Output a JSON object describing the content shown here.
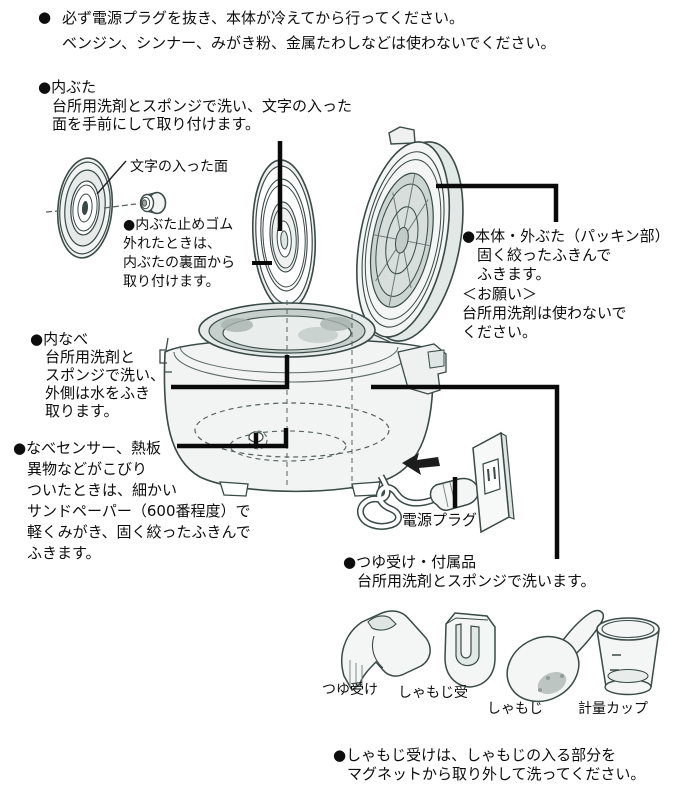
{
  "colors": {
    "ink": "#0d0d0d",
    "line": "#394a47",
    "shade_light": "#eef1f0",
    "shade_mid": "#ccd5d2",
    "callout": "#0a0a0a",
    "background": "#ffffff"
  },
  "icons": {
    "bullet": "●"
  },
  "top_notes": {
    "line1": "必ず電源プラグを抜き、本体が冷えてから行ってください。",
    "line2": "ベンジン、シンナー、みがき粉、金属たわしなどは使わないでください。"
  },
  "sections": {
    "inner_lid": {
      "title": "●内ぶた",
      "lines": [
        "台所用洗剤とスポンジで洗い、文字の入った",
        "面を手前にして取り付けます。"
      ]
    },
    "lettered_side_label": "文字の入った面",
    "inner_lid_rubber": {
      "lines": [
        "●内ぶた止めゴム",
        "外れたときは、",
        "内ぶたの裏面から",
        "取り付けます。"
      ]
    },
    "body_outer_lid": {
      "lines": [
        "●本体・外ぶた（パッキン部）",
        "固く絞ったふきんで",
        "ふきます。",
        "＜お願い＞",
        "台所用洗剤は使わないで",
        "ください。"
      ]
    },
    "inner_pot": {
      "lines": [
        "●内なべ",
        "台所用洗剤と",
        "スポンジで洗い、",
        "外側は水をふき",
        "取ります。"
      ]
    },
    "pot_sensor": {
      "lines": [
        "●なべセンサー、熱板",
        "異物などがこびり",
        "ついたときは、細かい",
        "サンドペーパー（600番程度）で",
        "軽くみがき、固く絞ったふきんで",
        "ふきます。"
      ]
    },
    "power_plug_label": "電源プラグ",
    "drip_accessories": {
      "lines": [
        "●つゆ受け・付属品",
        "台所用洗剤とスポンジで洗います。"
      ]
    },
    "accessory_labels": {
      "drip_catcher": "つゆ受け",
      "paddle_holder": "しゃもじ受",
      "paddle": "しゃもじ",
      "measuring_cup": "計量カップ"
    },
    "bottom_note": {
      "lines": [
        "●しゃもじ受けは、しゃもじの入る部分を",
        "マグネットから取り外して洗ってください。"
      ]
    }
  }
}
